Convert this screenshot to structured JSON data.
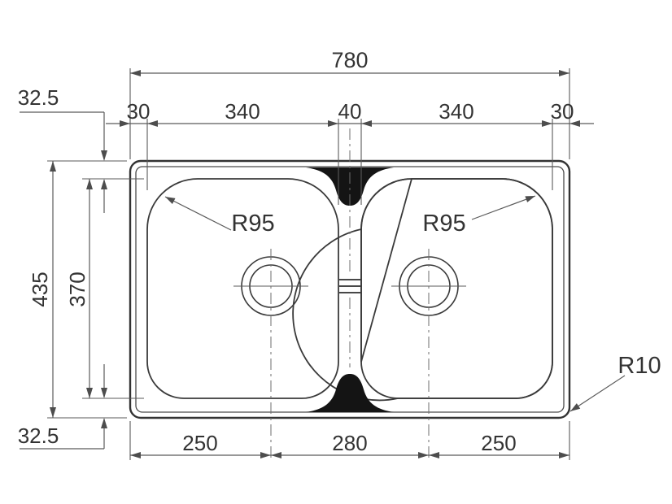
{
  "colors": {
    "line": "#5a5a5a",
    "text": "#333333",
    "ink": "#141414"
  },
  "dims": {
    "overall_width": "780",
    "top_left_edge": "30",
    "top_left_bowl": "340",
    "top_center": "40",
    "top_right_bowl": "340",
    "top_right_edge": "30",
    "left_top_offset": "32.5",
    "left_overall_height": "435",
    "left_bowl_height": "370",
    "left_bottom_offset": "32.5",
    "bottom_left": "250",
    "bottom_center": "280",
    "bottom_right": "250",
    "radius_left_bowl": "R95",
    "radius_right_bowl": "R95",
    "radius_corner": "R10"
  }
}
